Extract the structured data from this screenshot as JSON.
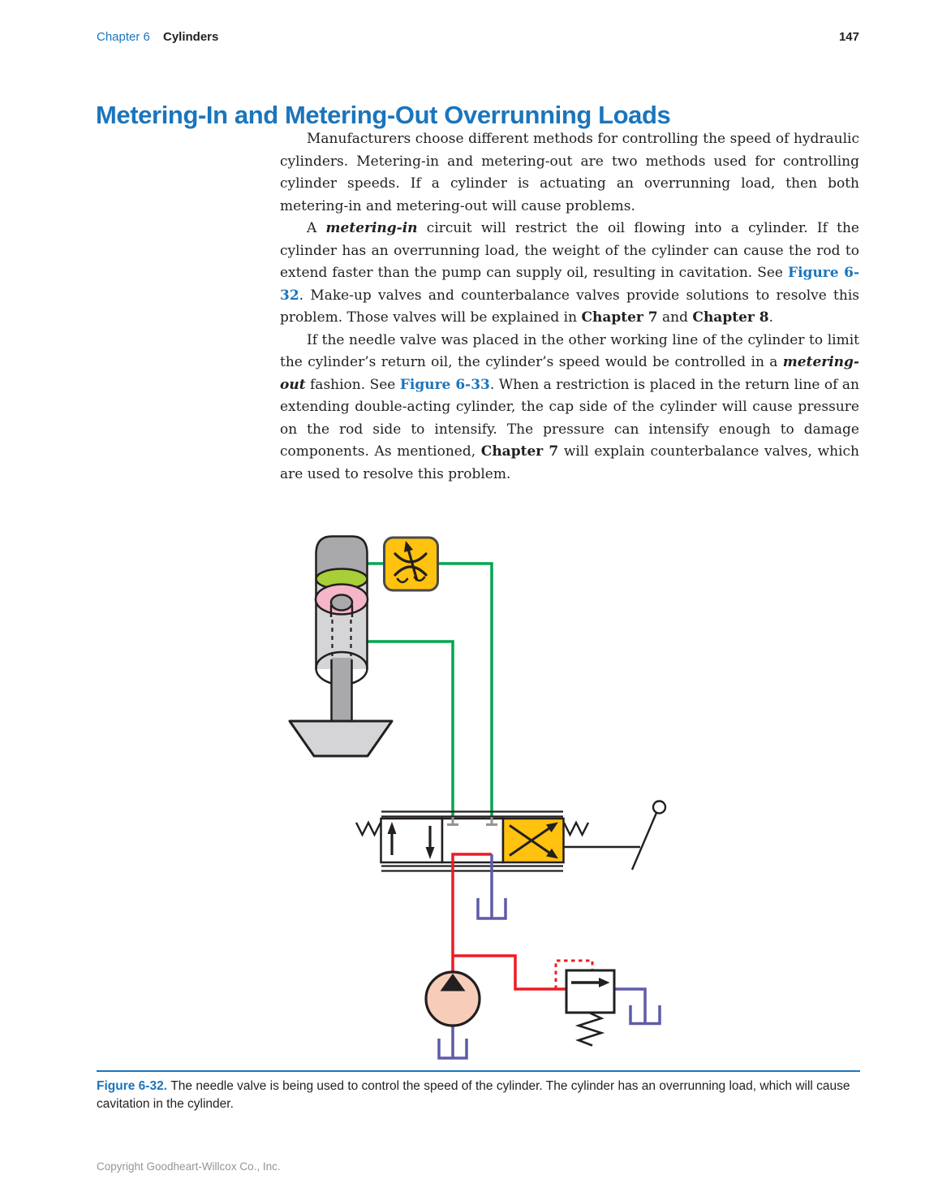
{
  "header": {
    "chapter_label": "Chapter 6",
    "chapter_title": "Cylinders",
    "page_number": "147"
  },
  "title": "Metering-In and Metering-Out Overrunning Loads",
  "article": {
    "paragraphs": [
      {
        "segments": [
          {
            "t": "Manufacturers choose different methods for controlling the speed of hydraulic cylinders. Metering-in and metering-out are two methods used for controlling cylinder speeds. If a cylinder is actuating an overrunning load, then both metering-in and metering-out will cause problems.",
            "s": "plain"
          }
        ]
      },
      {
        "segments": [
          {
            "t": "A ",
            "s": "plain"
          },
          {
            "t": "metering-in",
            "s": "bi"
          },
          {
            "t": " circuit will restrict the oil flowing into a cylinder. If the cylinder has an overrunning load, the weight of the cylinder can cause the rod to extend faster than the pump can supply oil, resulting in cavitation. See ",
            "s": "plain"
          },
          {
            "t": "Figure 6-32",
            "s": "link"
          },
          {
            "t": ". Make-up valves and counterbalance valves provide solutions to resolve this problem. Those valves will be explained in ",
            "s": "plain"
          },
          {
            "t": "Chapter 7",
            "s": "b"
          },
          {
            "t": " and ",
            "s": "plain"
          },
          {
            "t": "Chapter 8",
            "s": "b"
          },
          {
            "t": ".",
            "s": "plain"
          }
        ]
      },
      {
        "segments": [
          {
            "t": "If the needle valve was placed in the other working line of the cylinder to limit the cylinder’s return oil, the cylinder’s speed would be controlled in a ",
            "s": "plain"
          },
          {
            "t": "metering-out",
            "s": "bi"
          },
          {
            "t": " fashion. See ",
            "s": "plain"
          },
          {
            "t": "Figure 6-33",
            "s": "link"
          },
          {
            "t": ". When a restriction is placed in the return line of an extending double-acting cylinder, the cap side of the cylinder will cause pressure on the rod side to intensify. The pressure can intensify enough to damage components. As mentioned, ",
            "s": "plain"
          },
          {
            "t": "Chapter 7",
            "s": "b"
          },
          {
            "t": " will explain counterbalance valves, which are used to resolve this problem.",
            "s": "plain"
          }
        ]
      }
    ]
  },
  "figure": {
    "caption": {
      "segments": [
        {
          "t": "Figure 6-32. ",
          "s": "figlabel"
        },
        {
          "t": "The needle valve is being used to control the speed of the cylinder. The cylinder has an overrunning load, which will cause cavitation in the cylinder.",
          "s": "plain"
        }
      ]
    },
    "colors": {
      "accent_blue": "#1b75bc",
      "text_ink": "#231f20",
      "footer_gray": "#939598",
      "line_green": "#00a651",
      "line_red": "#ec1c24",
      "line_blue": "#5e5ca7",
      "valve_yellow": "#ffc20e",
      "pump_fill": "#f7cdb9",
      "piston_pink": "#f5b6c8",
      "band_green": "#a8ce38",
      "cylinder_gray": "#a9a9ab",
      "barrel_light_gray": "#d5d5d7",
      "port_gray": "#939598"
    }
  },
  "footer": "Copyright Goodheart-Willcox Co., Inc."
}
